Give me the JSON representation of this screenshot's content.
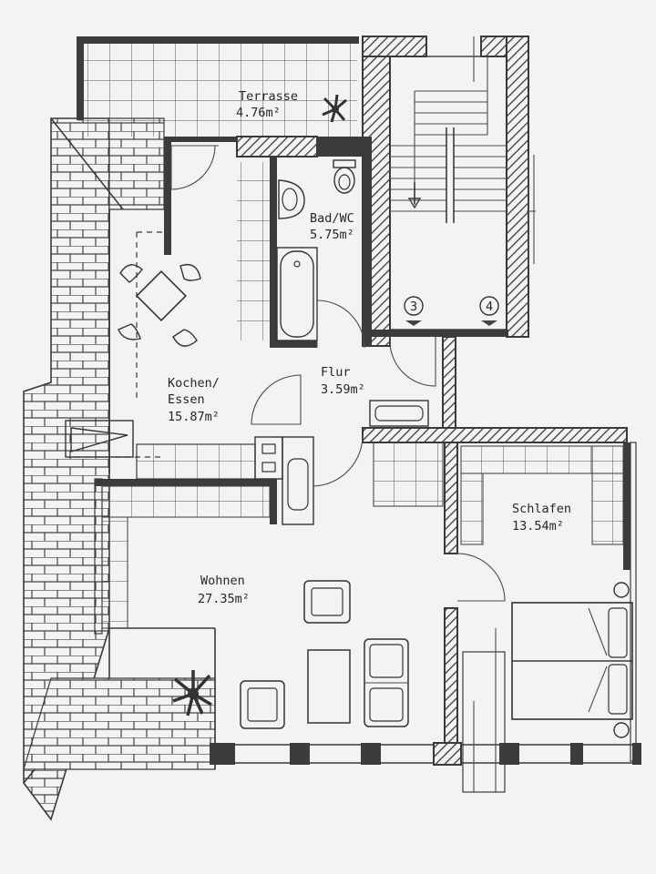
{
  "rooms": {
    "terrasse": {
      "name": "Terrasse",
      "area": "4.76m²"
    },
    "bad": {
      "name": "Bad/WC",
      "area": "5.75m²"
    },
    "kochen": {
      "name_line1": "Kochen/",
      "name_line2": "Essen",
      "area": "15.87m²"
    },
    "flur": {
      "name": "Flur",
      "area": "3.59m²"
    },
    "schlafen": {
      "name": "Schlafen",
      "area": "13.54m²"
    },
    "wohnen": {
      "name": "Wohnen",
      "area": "27.35m²"
    }
  },
  "stairs": {
    "marker_left": "3",
    "marker_right": "4"
  },
  "icons": [
    "plant-icon",
    "toilet-icon",
    "sink-icon",
    "bathtub-icon",
    "stove-icon",
    "arrow-down-icon"
  ],
  "colors": {
    "paper": "#f3f3f1",
    "ink": "#3a3a3a"
  }
}
